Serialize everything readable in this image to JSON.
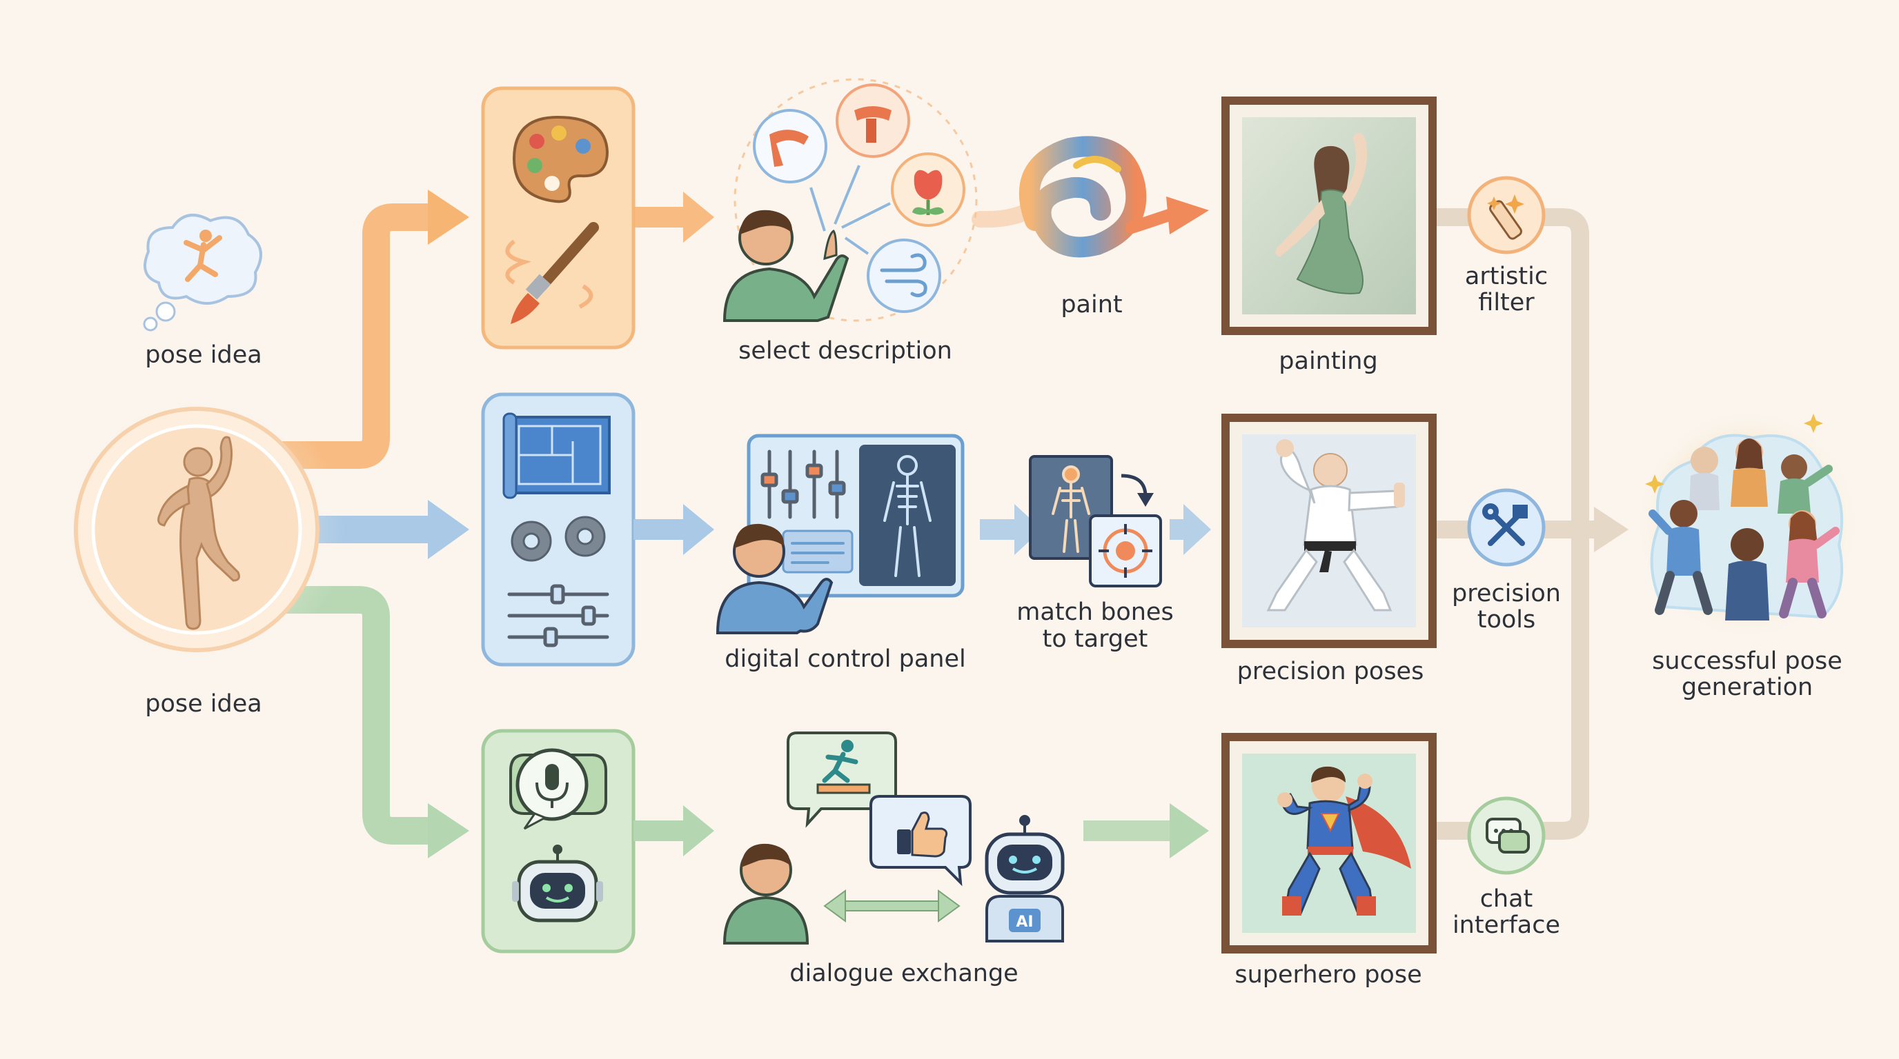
{
  "labels": {
    "thought_pose_idea": "pose idea",
    "center_pose_idea": "pose idea",
    "select_description": "select description",
    "paint": "paint",
    "painting": "painting",
    "artistic_filter_1": "artistic",
    "artistic_filter_2": "filter",
    "digital_control_panel": "digital control panel",
    "match_bones_1": "match bones",
    "match_bones_2": "to target",
    "precision_poses": "precision poses",
    "precision_tools_1": "precision",
    "precision_tools_2": "tools",
    "dialogue_exchange": "dialogue exchange",
    "superhero_pose": "superhero pose",
    "chat_interface_1": "chat",
    "chat_interface_2": "interface",
    "successful_1": "successful pose",
    "successful_2": "generation",
    "robot_badge": "AI"
  },
  "colors": {
    "background": "#fbf5ee",
    "orange_path": "#f7b574",
    "blue_path": "#a9c9e6",
    "green_path": "#b4d6b0",
    "frame": "#7a5237",
    "merge_path": "#e6d8c6"
  },
  "icons": {
    "top_panel": [
      "palette-icon",
      "paintbrush-icon"
    ],
    "mid_panel": [
      "blueprint-icon",
      "gear-icon",
      "slider-icon"
    ],
    "bottom_panel": [
      "microphone-bubble-icon",
      "robot-icon"
    ],
    "description_choices": [
      "scarf-icon",
      "scarf-icon",
      "tulip-icon",
      "wind-icon"
    ],
    "tools": [
      "artistic-filter-icon",
      "wrench-screwdriver-icon",
      "chat-bubbles-icon"
    ]
  }
}
